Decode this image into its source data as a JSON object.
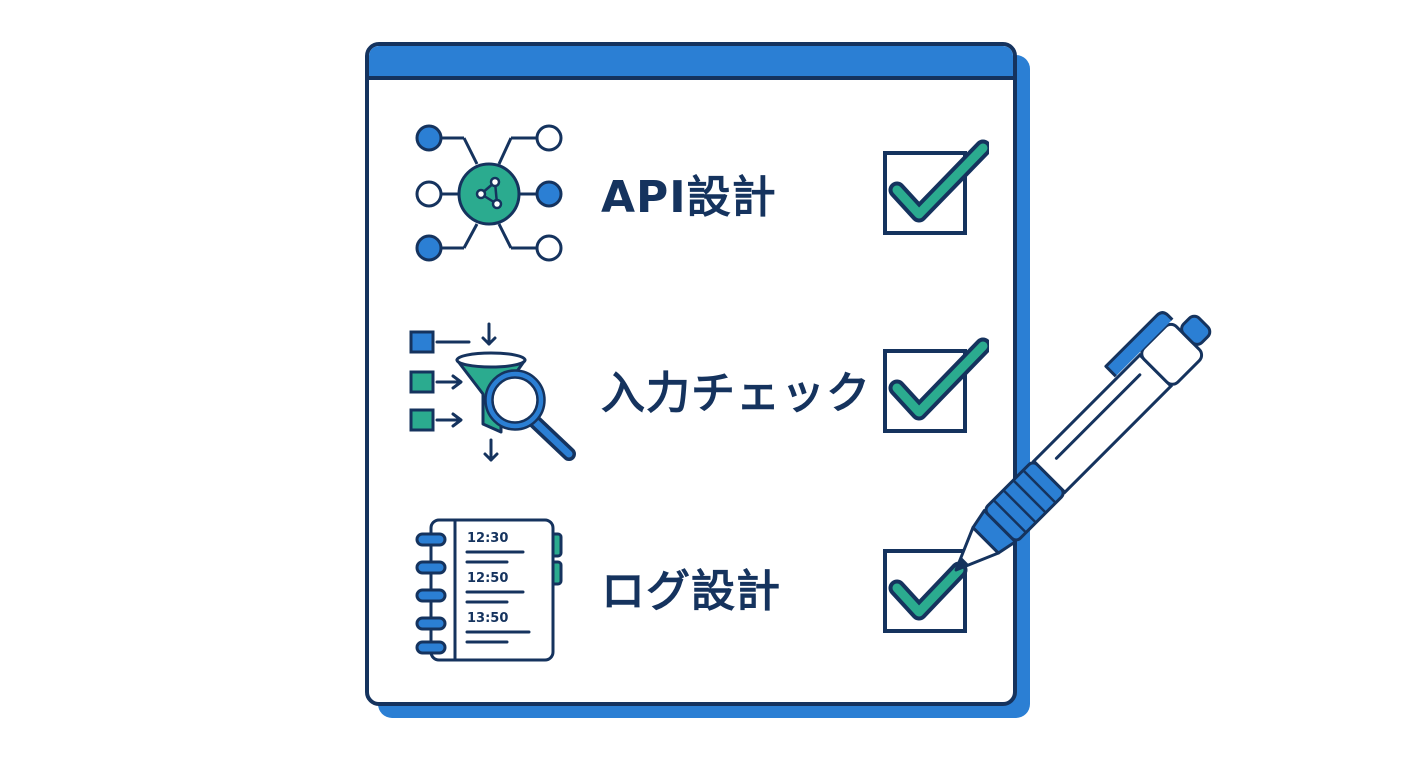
{
  "colors": {
    "navy": "#15335e",
    "blue": "#2b7fd4",
    "teal": "#2bab8f",
    "white": "#ffffff"
  },
  "checklist": {
    "items": [
      {
        "label": "API設計",
        "icon": "network-nodes-icon",
        "checked": true
      },
      {
        "label": "入力チェック",
        "icon": "filter-magnifier-icon",
        "checked": true
      },
      {
        "label": "ログ設計",
        "icon": "log-notebook-icon",
        "checked": true
      }
    ],
    "log_times": [
      "12:30",
      "12:50",
      "13:50"
    ]
  },
  "decorations": {
    "pen": "pen-icon"
  }
}
